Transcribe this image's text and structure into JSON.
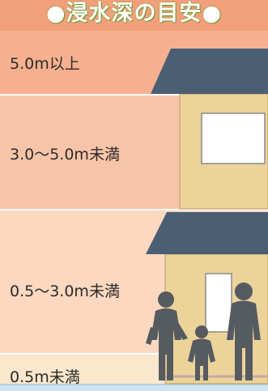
{
  "title": "●浸水深の目安●",
  "levels": [
    {
      "label": "5.0m以上"
    },
    {
      "label": "3.0〜5.0m未満"
    },
    {
      "label": "0.5〜3.0m未満"
    },
    {
      "label": "0.5m未満"
    }
  ],
  "colors": {
    "title_band": "#f2a07b",
    "level_1": "#f6b090",
    "level_2": "#f8c4a8",
    "level_3": "#fbd8bf",
    "level_4": "#fbe7cb",
    "house_wall": "#ecd39a",
    "roof": "#4a5f73",
    "window": "#ffffff",
    "silhouette": "#565b60"
  },
  "icons": [
    "house-illustration",
    "family-silhouette-icon"
  ]
}
